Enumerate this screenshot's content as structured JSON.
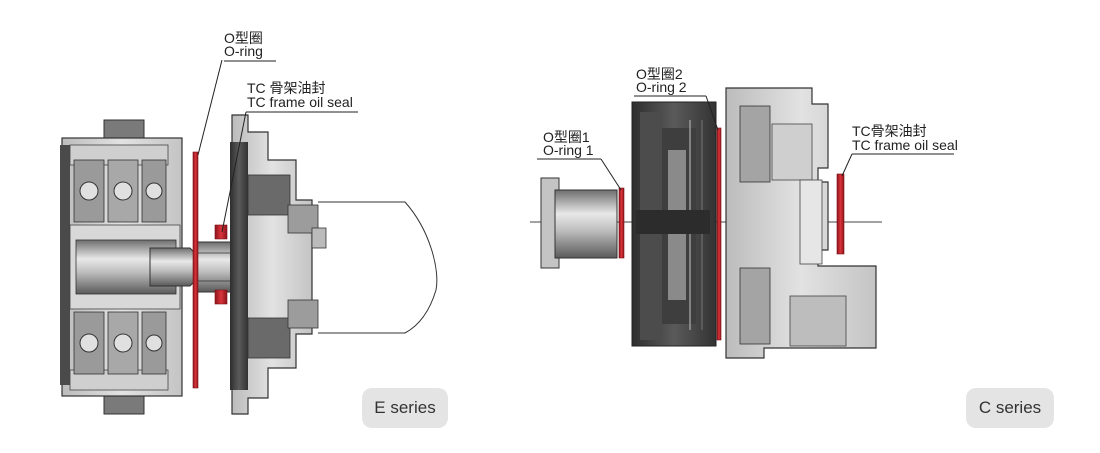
{
  "colors": {
    "seal_red": "#c8222a",
    "metal_dark": "#3c3c3c",
    "metal_mid": "#8a8a8a",
    "metal_light": "#d2d2d2",
    "badge_bg": "#e4e4e4"
  },
  "e_series": {
    "oring_cn": "O型圈",
    "oring_en": "O-ring",
    "seal_cn": "TC 骨架油封",
    "seal_en": "TC frame oil seal",
    "badge": "E series"
  },
  "c_series": {
    "oring2_cn": "O型圈2",
    "oring2_en": "O-ring 2",
    "oring1_cn": "O型圈1",
    "oring1_en": "O-ring 1",
    "seal_cn": "TC骨架油封",
    "seal_en": "TC frame oil seal",
    "badge": "C series"
  }
}
